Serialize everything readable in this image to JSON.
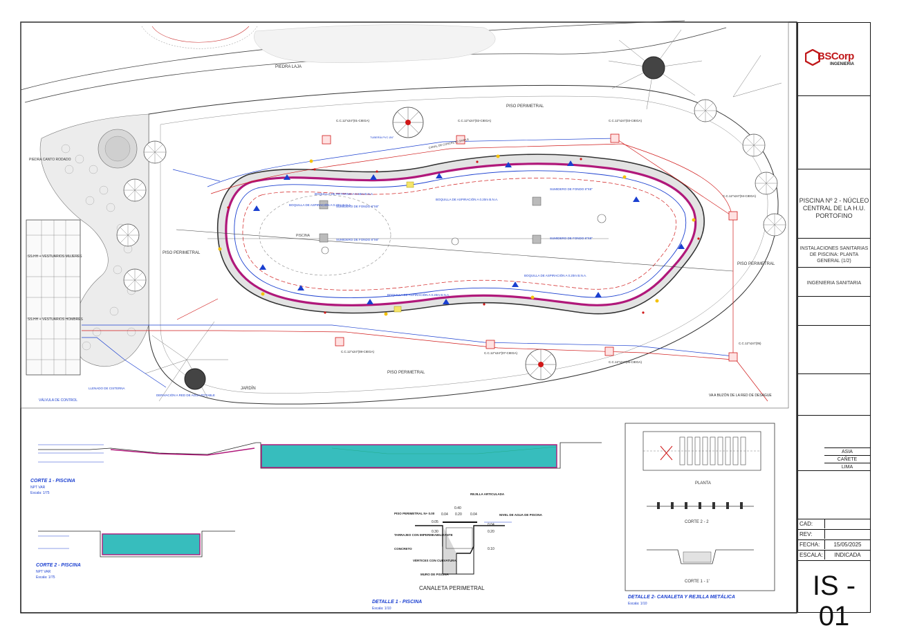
{
  "plan": {
    "top_label": "PIEDRA LAJA",
    "perimeter_labels": [
      "PISO PERIMETRAL",
      "PISO PERIMETRAL",
      "PISO PERIMETRAL",
      "PISO PERIMETRAL"
    ],
    "garden_left": "PIEDRA CANTO RODADO",
    "garden_bottom": "JARDÍN",
    "pool_center": "PISCINA",
    "fixtures": {
      "retorno": "BOQUILLA DE RETORNO A 0.50m B.N.A.",
      "aspiracion_1": "BOQUILLA DE ASPIRACIÓN A 0.20m B.N.A.",
      "aspiracion_2": "BOQUILLA DE ASPIRACIÓN A 0.20m B.N.A.",
      "aspiracion_3": "BOQUILLA DE ASPIRACIÓN A 0.20m B.N.A.",
      "aspiracion_4": "BOQUILLA DE ASPIRACIÓN A 0.20m B.N.A.",
      "sumidero_1": "SUMIDERO DE FONDO 8\"X8\"",
      "sumidero_2": "SUMIDERO DE FONDO 8\"X8\"",
      "sumidero_3": "SUMIDERO DE FONDO 8\"X8\"",
      "sumidero_4": "SUMIDERO DE FONDO 8\"X8\""
    },
    "chambers": [
      "C.C.12\"x24\"(01-CIEGA)",
      "C.C.12\"x24\"(02-CIEGA)",
      "C.C.12\"x24\"(03-CIEGA)",
      "C.C.12\"x24\"(04-CIEGA)",
      "C.C.12\"x24\"(05)",
      "C.C.12\"x24\"(06-CIEGA)",
      "C.C.12\"x24\"(07-CIEGA)",
      "C.C.12\"x24\"(08-CIEGA)"
    ],
    "pipe_label": "TUBERÍA PVC Ø4\"",
    "canal": "CANAL DE CONCRETO SIMPLE",
    "vestuario_1": "SS.HH + VESTUARIOS MUJERES",
    "vestuario_2": "SS.HH + VESTUARIOS HOMBRES",
    "valve": "VÁLVULA DE CONTROL",
    "desague": "VA A BUZÓN DE LA RED DE DESAGUE",
    "agua": "DERIVACIÓN A RED DE AGUA POTABLE",
    "llenado": "LLENADO DE CISTERNA"
  },
  "sections": {
    "corte1_title": "CORTE 1 - PISCINA",
    "corte1_sub": "NPT VAR",
    "corte1_scale": "Escala: 1/75",
    "corte2_title": "CORTE 2 - PISCINA",
    "corte2_sub": "NPT VAR",
    "corte2_scale": "Escala: 1/75"
  },
  "detail1": {
    "title": "CANALETA PERIMETRAL",
    "caption": "DETALLE 1 - PISCINA",
    "scale": "Escala: 1/10",
    "labels": [
      "PISO PERIMETRAL N+ 0.00",
      "TARRAJEO CON IMPERMEABILIZANTE",
      "CONCRETO",
      "VÉRTICES CON CURVATURA",
      "MURO DE PISCINA",
      "NIVEL DE AGUA DE PISCINA",
      "REJILLA ARTICULADA"
    ],
    "dims": [
      "0.40",
      "0.04",
      "0.20",
      "0.04",
      "0.05",
      "0.30",
      "0.04",
      "0.10",
      "0.20"
    ]
  },
  "detail2": {
    "title": "DETALLE 2- CANALETA Y REJILLA METÁLICA",
    "scale": "Escala: 1/10",
    "planta": "PLANTA",
    "corte22": "CORTE 2 - 2",
    "corte11": "CORTE 1 - 1'"
  },
  "titleblock": {
    "company": "BSCorp",
    "company_sub": "INGENIERIA",
    "project": "PISCINA Nº 2 - NÚCLEO CENTRAL DE LA H.U. PORTOFINO",
    "sheet_title": "INSTALACIONES SANITARIAS DE PISCINA: PLANTA GENERAL (1/2)",
    "specialty": "INGENIERIA SANITARIA",
    "location": [
      "ASIA",
      "CAÑETE",
      "LIMA"
    ],
    "cad_label": "CAD:",
    "rev_label": "REV:",
    "fecha_label": "FECHA:",
    "fecha": "15/05/2025",
    "escala_label": "ESCALA:",
    "escala": "INDICADA",
    "sheet_no": "IS - 01"
  },
  "colors": {
    "pipe_blue": "#1a3fd0",
    "pipe_red": "#d01818",
    "canal_magenta": "#b0187a",
    "water": "#37bdbd",
    "brand_red": "#c0181a"
  }
}
